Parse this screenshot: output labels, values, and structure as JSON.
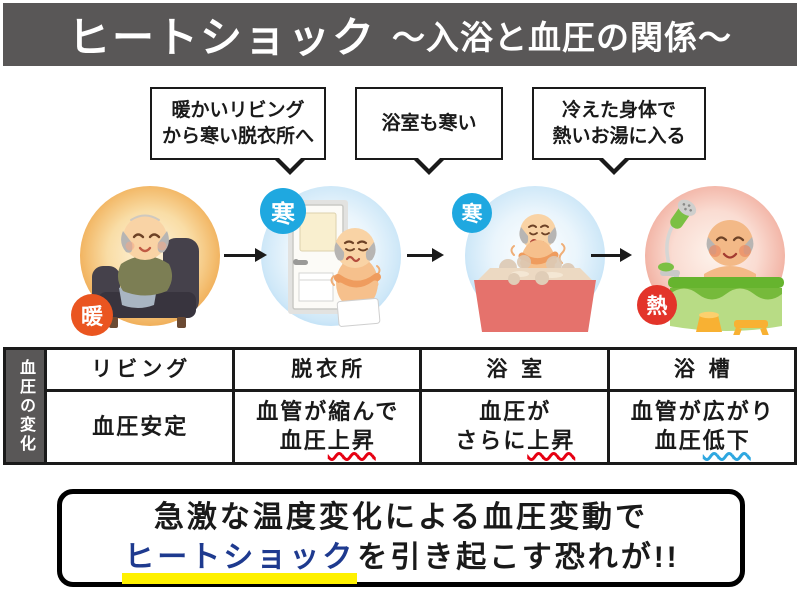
{
  "colors": {
    "header_bg": "#595757",
    "badge_warm": "#ea5520",
    "badge_cold": "#1fa8e0",
    "badge_hot": "#e3342a",
    "keyword_blue": "#1e3a8f",
    "highlight_yellow": "#fff100",
    "wavy_red": "#e60012",
    "wavy_blue": "#2ea7e0"
  },
  "header": {
    "title_main": "ヒートショック",
    "title_sub": "～入浴と血圧の関係～"
  },
  "bubbles": [
    {
      "line1": "暖かいリビング",
      "line2": "から寒い脱衣所へ"
    },
    {
      "line1": "浴室も寒い",
      "line2": ""
    },
    {
      "line1": "冷えた身体で",
      "line2": "熱いお湯に入る"
    }
  ],
  "stages": [
    {
      "name": "living-room",
      "badge": "暖"
    },
    {
      "name": "dressing-room",
      "badge": "寒"
    },
    {
      "name": "bathroom",
      "badge": "寒"
    },
    {
      "name": "bathtub",
      "badge": "熱"
    }
  ],
  "table": {
    "row_header": "血圧の変化",
    "columns": [
      "リビング",
      "脱衣所",
      "浴 室",
      "浴 槽"
    ],
    "cells": [
      {
        "line1": "血圧安定",
        "line2_prefix": "",
        "line2_marked": "",
        "mark": "none"
      },
      {
        "line1": "血管が縮んで",
        "line2_prefix": "血圧",
        "line2_marked": "上昇",
        "mark": "red"
      },
      {
        "line1": "血圧が",
        "line2_prefix": "さらに",
        "line2_marked": "上昇",
        "mark": "red"
      },
      {
        "line1": "血管が広がり",
        "line2_prefix": "血圧",
        "line2_marked": "低下",
        "mark": "blue"
      }
    ]
  },
  "footer": {
    "line1": "急激な温度変化による血圧変動で",
    "keyword": "ヒートショック",
    "line2_rest": "を引き起こす恐れが!!"
  }
}
